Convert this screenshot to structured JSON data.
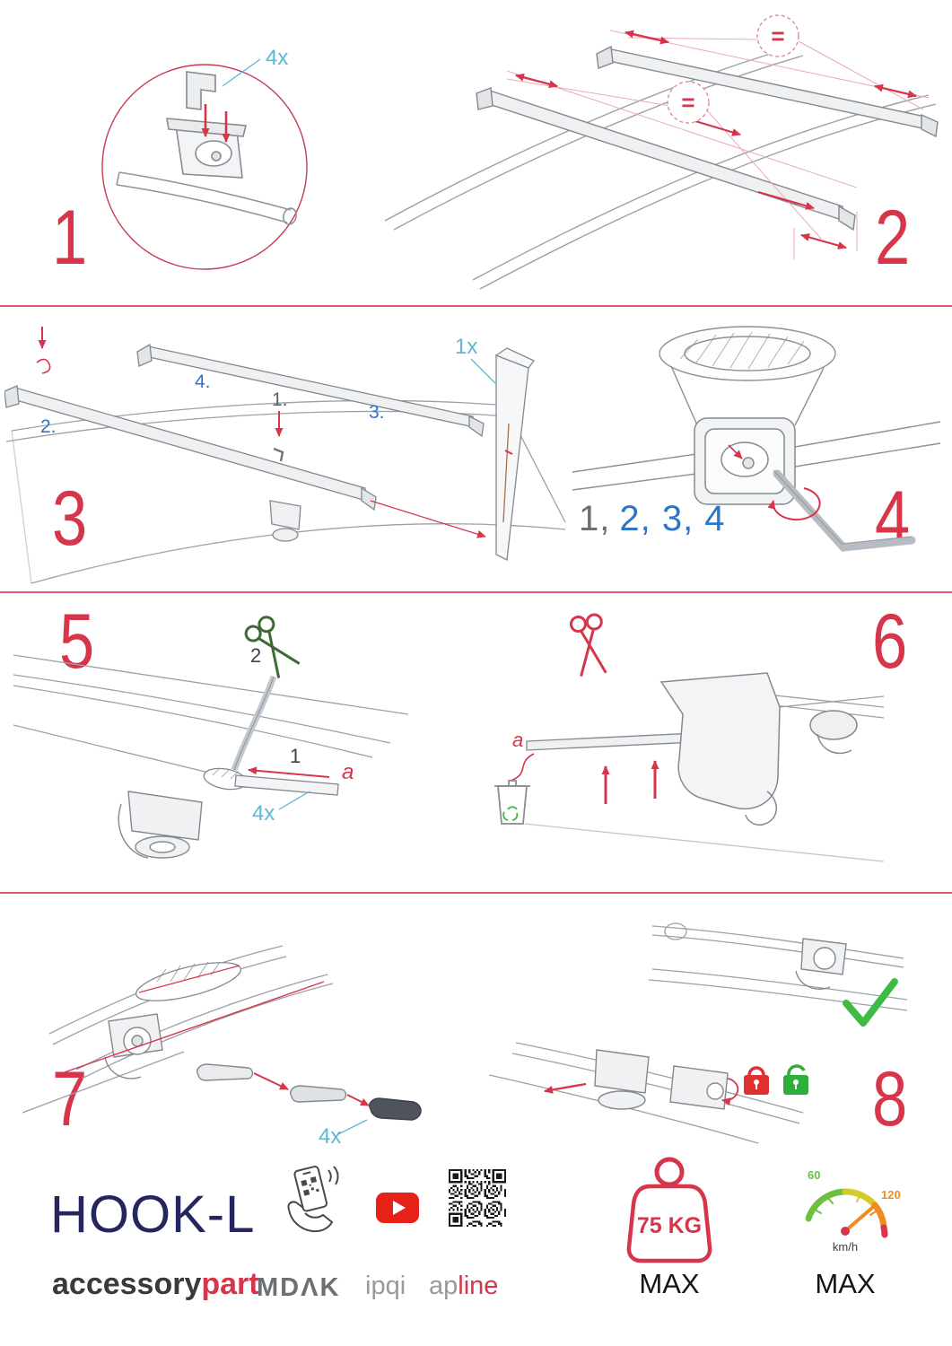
{
  "steps": {
    "s1": {
      "num": "1",
      "qty": "4x"
    },
    "s2": {
      "num": "2",
      "eq1": "=",
      "eq2": "="
    },
    "s3": {
      "num": "3",
      "qty": "1x",
      "l1": "1.",
      "l2": "2.",
      "l3": "3.",
      "l4": "4."
    },
    "s4": {
      "num": "4",
      "seq_a": "1,",
      "seq_b": "2, 3, 4"
    },
    "s5": {
      "num": "5",
      "qty": "4x",
      "cut": "2",
      "pull": "1",
      "a": "a"
    },
    "s6": {
      "num": "6",
      "a": "a"
    },
    "s7": {
      "num": "7",
      "qty": "4x"
    },
    "s8": {
      "num": "8"
    }
  },
  "footer": {
    "product": "HOOK-L",
    "brand_a": "accessory",
    "brand_b": "part",
    "logo_mdak": "MDΛK",
    "logo_ipqi": "ipqi",
    "logo_ap": "ap",
    "logo_line": "line",
    "weight": "75 KG",
    "weight_max": "MAX",
    "speed_60": "60",
    "speed_120": "120",
    "speed_unit": "km/h",
    "speed_max": "MAX"
  },
  "colors": {
    "step_red": "#d6354a",
    "cyan": "#5ab8d8",
    "label_blue": "#2e74c9",
    "navy": "#26265e",
    "green": "#3dbb44",
    "youtube_red": "#e62117"
  }
}
